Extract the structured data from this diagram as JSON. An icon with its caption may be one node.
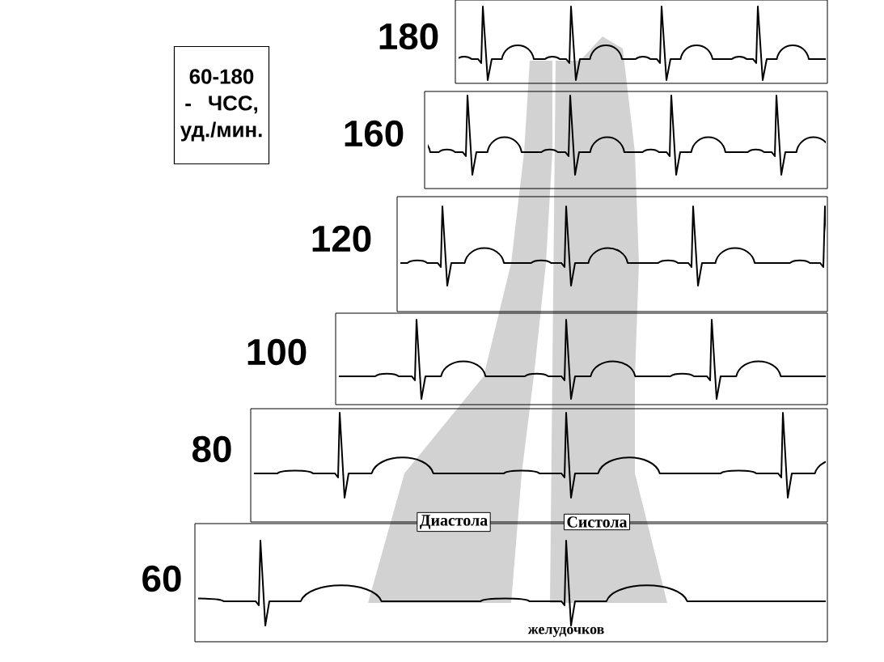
{
  "diagram": {
    "nodes": [
      {
        "text": [
          "60-180 - ЧСС, уд./мин."
        ]
      },
      {
        "text": [
          "Диастола"
        ]
      },
      {
        "text": [
          "Систола"
        ]
      }
    ],
    "labels": [
      "180",
      "160",
      "120",
      "100",
      "80",
      "60",
      "желудочков"
    ]
  }
}
